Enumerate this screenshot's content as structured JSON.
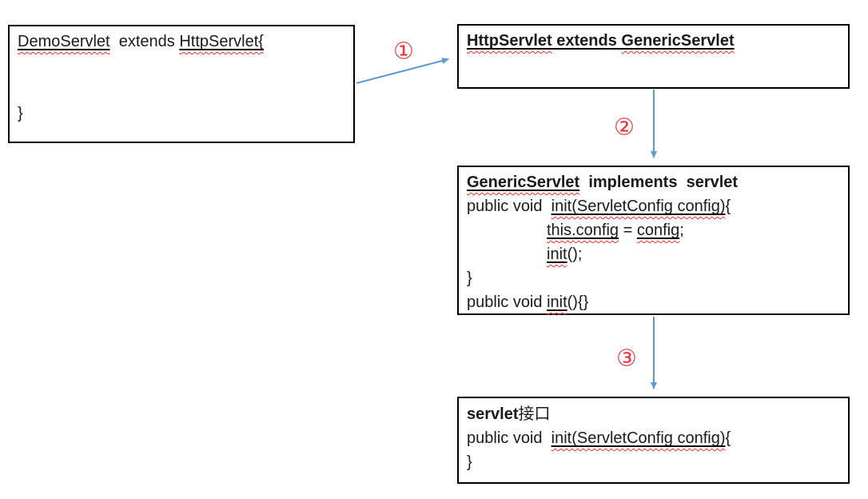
{
  "diagram": {
    "boxes": [
      {
        "name": "demoservlet-box",
        "lines": [
          {
            "segments": [
              {
                "t": "DemoServlet",
                "u": true,
                "w": true
              },
              {
                "t": "  extends "
              },
              {
                "t": "HttpServlet{",
                "u": true,
                "w": true
              }
            ]
          },
          {
            "segments": []
          },
          {
            "segments": []
          },
          {
            "segments": [
              {
                "t": "}"
              }
            ]
          }
        ]
      },
      {
        "name": "httpservlet-box",
        "lines": [
          {
            "segments": [
              {
                "t": "HttpServlet",
                "b": true,
                "u": true,
                "w": true
              },
              {
                "t": " extends ",
                "b": true,
                "u": true
              },
              {
                "t": "GenericServlet",
                "b": true,
                "u": true,
                "w": true
              }
            ]
          }
        ]
      },
      {
        "name": "genericservlet-box",
        "lines": [
          {
            "segments": [
              {
                "t": "GenericServlet",
                "b": true,
                "u": true,
                "w": true
              },
              {
                "t": "  implements  servlet",
                "b": true
              }
            ]
          },
          {
            "segments": [
              {
                "t": "public void  "
              },
              {
                "t": "init(ServletConfig config)",
                "u": true,
                "w": true
              },
              {
                "t": "{"
              }
            ]
          },
          {
            "indent": true,
            "segments": [
              {
                "t": "this.config",
                "u": true,
                "w": true
              },
              {
                "t": " = "
              },
              {
                "t": "config",
                "u": true,
                "w": true
              },
              {
                "t": ";"
              }
            ]
          },
          {
            "indent": true,
            "segments": [
              {
                "t": "init",
                "u": true,
                "w": true
              },
              {
                "t": "();"
              }
            ]
          },
          {
            "segments": [
              {
                "t": "}"
              }
            ]
          },
          {
            "segments": [
              {
                "t": "public void "
              },
              {
                "t": "init",
                "u": true,
                "w": true
              },
              {
                "t": "(){}"
              }
            ]
          }
        ]
      },
      {
        "name": "servlet-interface-box",
        "lines": [
          {
            "segments": [
              {
                "t": "servlet",
                "b": true
              },
              {
                "t": "接口",
                "serif": true
              }
            ]
          },
          {
            "segments": [
              {
                "t": "public void  "
              },
              {
                "t": "init(ServletConfig config)",
                "u": true,
                "w": true
              },
              {
                "t": "{"
              }
            ]
          },
          {
            "segments": [
              {
                "t": "}"
              }
            ]
          }
        ]
      }
    ],
    "steps": [
      {
        "label": "①"
      },
      {
        "label": "②"
      },
      {
        "label": "③"
      }
    ],
    "colors": {
      "arrow": "#5b9bd5",
      "step_number": "#e8383f",
      "box_border": "#000000",
      "spellcheck_wavy": "#ff2a2a",
      "text": "#1a1a1a"
    }
  }
}
